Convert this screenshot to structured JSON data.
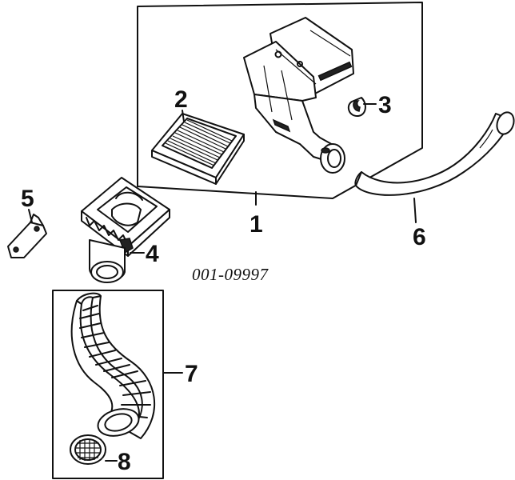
{
  "diagram": {
    "catalog_number": "001-09997",
    "callouts": [
      {
        "id": "1",
        "part": "air-cleaner-housing"
      },
      {
        "id": "2",
        "part": "air-filter-element"
      },
      {
        "id": "3",
        "part": "clip"
      },
      {
        "id": "4",
        "part": "housing-lower-base"
      },
      {
        "id": "5",
        "part": "bracket"
      },
      {
        "id": "6",
        "part": "breather-hose"
      },
      {
        "id": "7",
        "part": "intake-duct"
      },
      {
        "id": "8",
        "part": "screen"
      }
    ]
  }
}
